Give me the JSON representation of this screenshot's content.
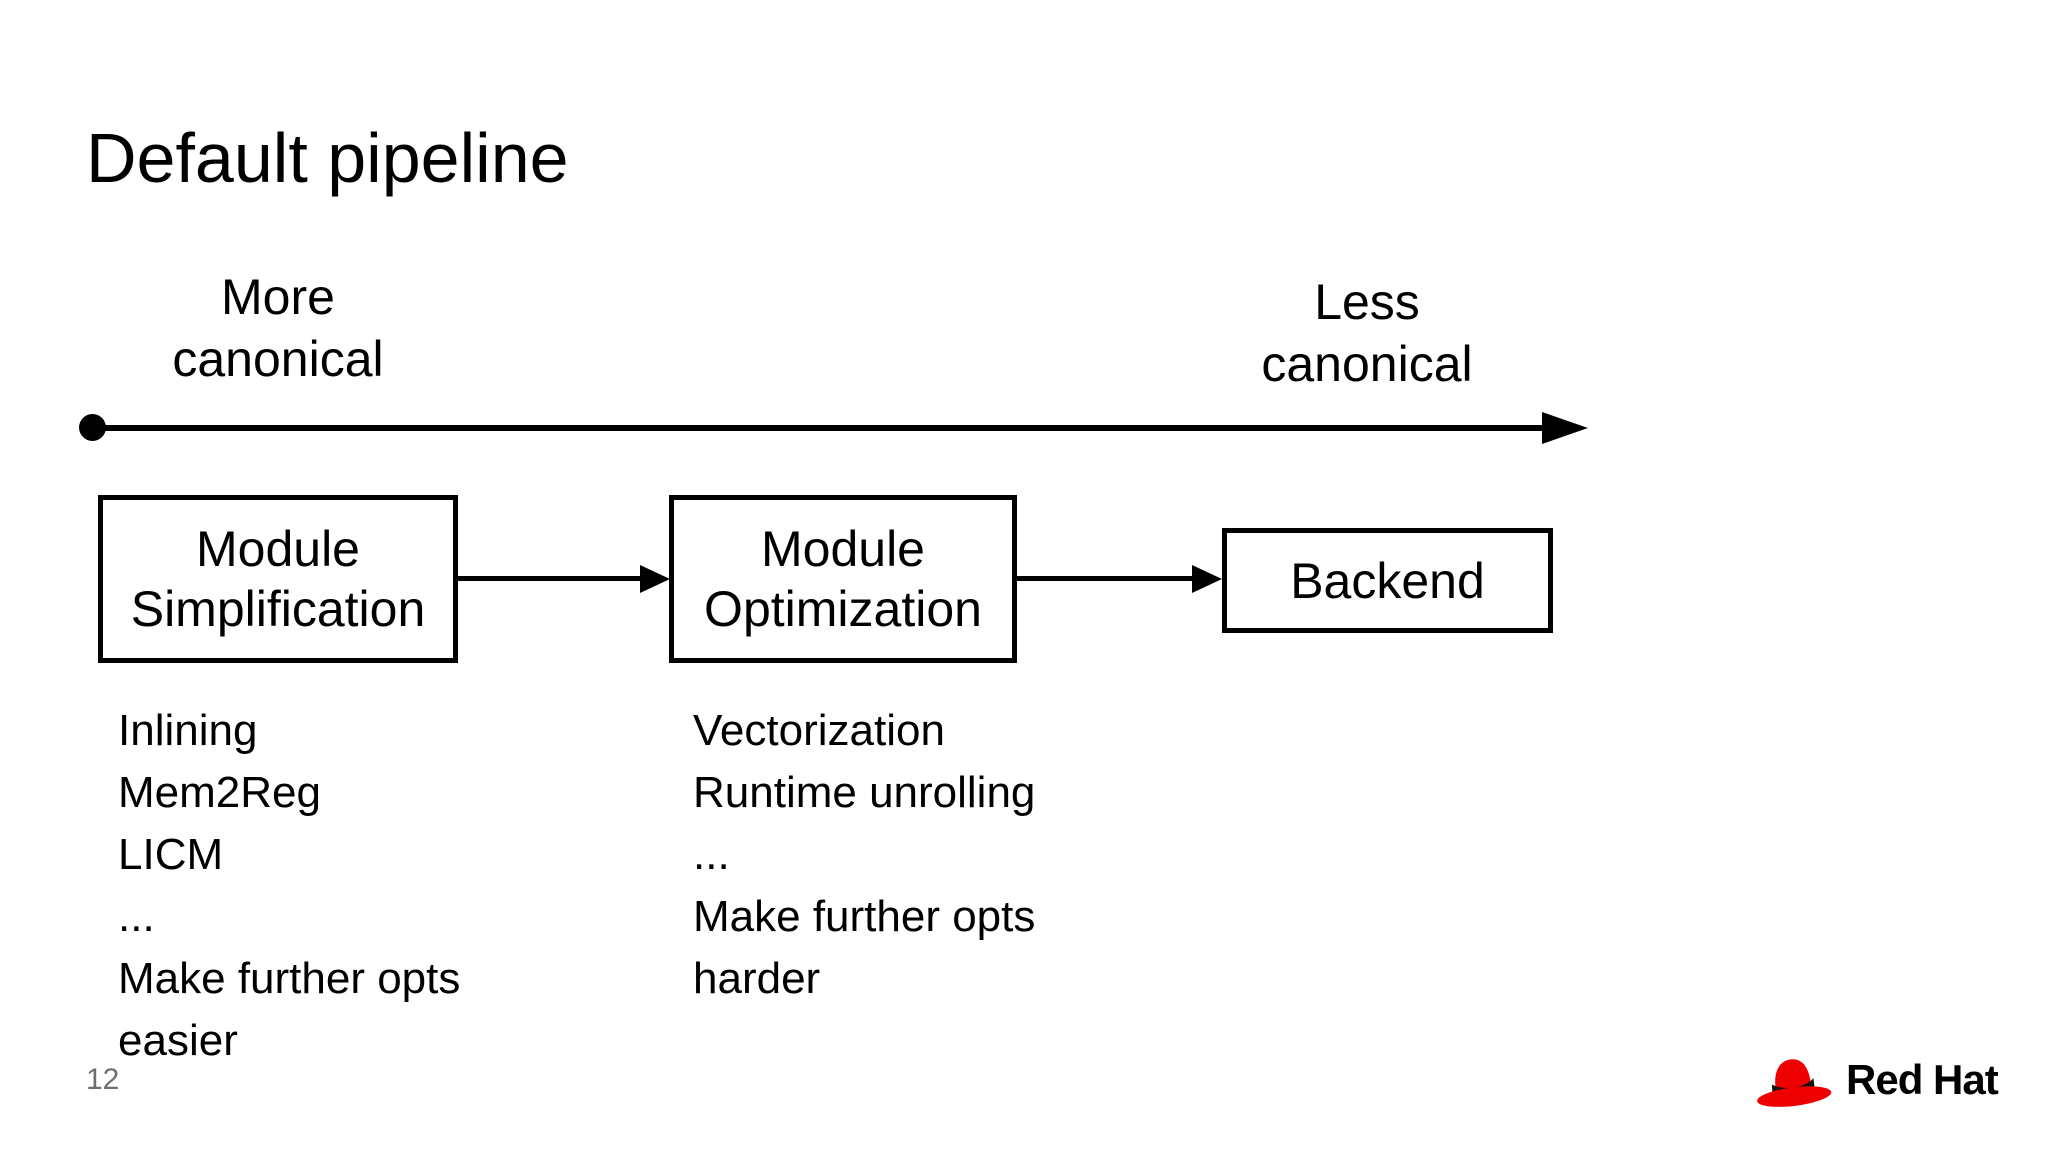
{
  "colors": {
    "background": "#ffffff",
    "text": "#000000",
    "muted_text": "#6d6e71",
    "brand_red": "#ee0000"
  },
  "slide": {
    "title": "Default pipeline",
    "page_number": "12"
  },
  "spectrum": {
    "left": {
      "line1": "More",
      "line2": "canonical"
    },
    "right": {
      "line1": "Less",
      "line2": "canonical"
    }
  },
  "pipeline": {
    "stages": [
      {
        "label_line1": "Module",
        "label_line2": "Simplification",
        "details": [
          "Inlining",
          "Mem2Reg",
          "LICM",
          "...",
          "Make further opts",
          "easier"
        ]
      },
      {
        "label_line1": "Module",
        "label_line2": "Optimization",
        "details": [
          "Vectorization",
          "Runtime unrolling",
          "...",
          "Make further opts",
          "harder"
        ]
      },
      {
        "label_line1": "Backend",
        "details": []
      }
    ]
  },
  "branding": {
    "logo_text": "Red Hat",
    "logo_icon": "red-fedora-hat"
  }
}
